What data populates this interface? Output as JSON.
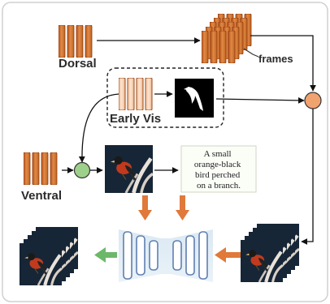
{
  "labels": {
    "dorsal": "Dorsal",
    "early_vis": "Early Vis",
    "ventral": "Ventral",
    "frames": "frames"
  },
  "caption": {
    "lines": [
      "A small",
      "orange-black",
      "bird perched",
      "on a branch."
    ]
  },
  "colors": {
    "feature_orange": "#d4742f",
    "feature_orange_light": "#f1a06a",
    "node_green": "#9ed08b",
    "node_orange": "#f0a26f",
    "arrow_orange": "#e0793a",
    "arrow_green": "#6cb86a",
    "unet_blue": "#6f8fbf",
    "panel_border": "#cfcfcf"
  },
  "icons": {
    "silhouette": "bird-silhouette-icon",
    "bird_image": "bird-photo-icon"
  }
}
